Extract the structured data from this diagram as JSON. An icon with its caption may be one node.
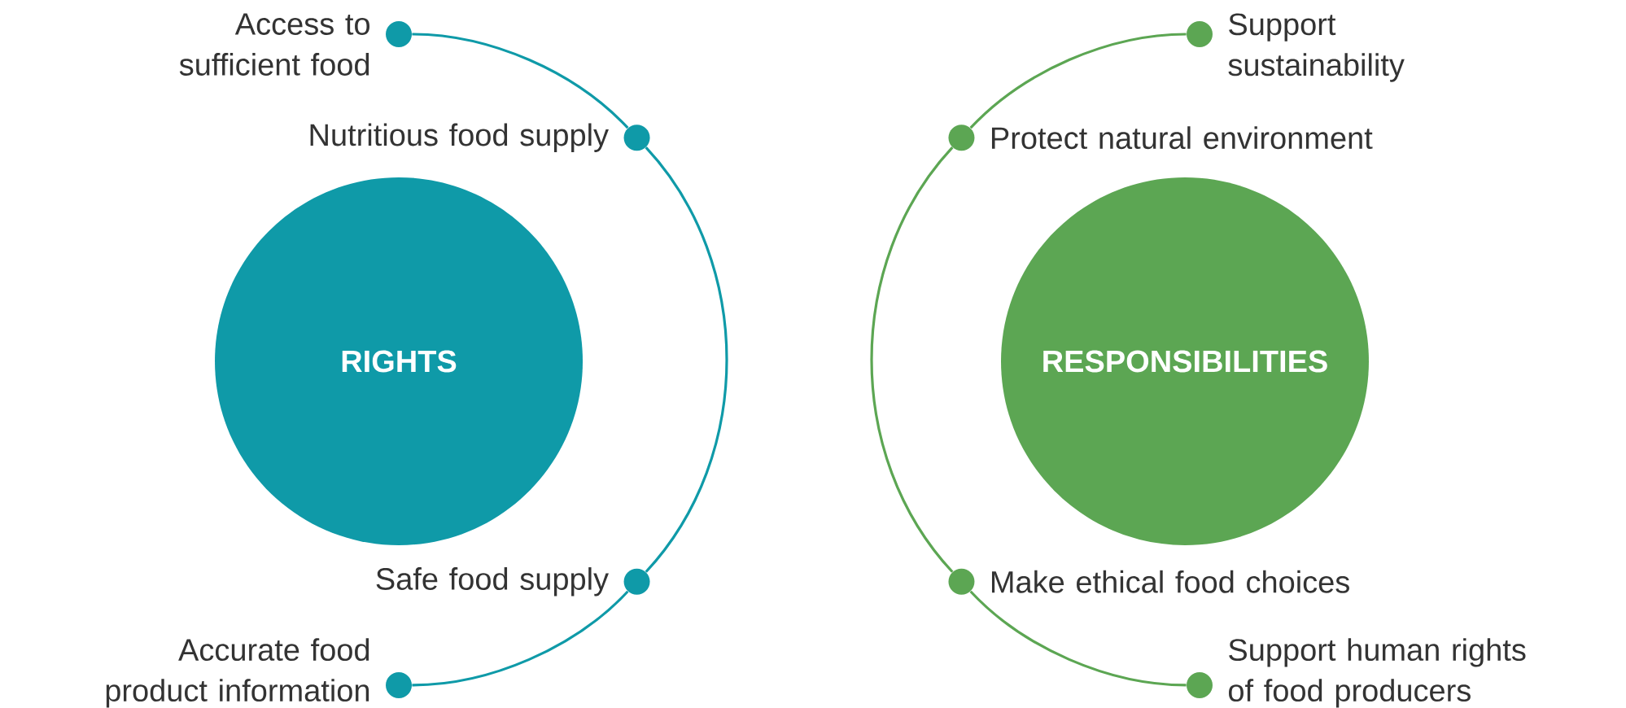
{
  "diagram": {
    "nodes": [
      {
        "text": [
          "RIGHTS"
        ]
      },
      {
        "text": [
          "RESPONSIBILITIES"
        ]
      },
      {
        "text": [
          "Access to sufficient food"
        ]
      },
      {
        "text": [
          "Support sustainability"
        ]
      },
      {
        "text": [
          "Nutritious food supply"
        ]
      },
      {
        "text": [
          "Protect natural environment"
        ]
      },
      {
        "text": [
          "Safe food supply"
        ]
      },
      {
        "text": [
          "Make ethical food choices"
        ]
      },
      {
        "text": [
          "Accurate food product information"
        ]
      },
      {
        "text": [
          "Support human rights of food producers"
        ]
      }
    ],
    "edges": [
      {
        "from": 2,
        "to": 4,
        "arrow": "none"
      },
      {
        "from": 4,
        "to": 6,
        "arrow": "none"
      },
      {
        "from": 6,
        "to": 8,
        "arrow": "none"
      },
      {
        "from": 3,
        "to": 5,
        "arrow": "none"
      },
      {
        "from": 5,
        "to": 7,
        "arrow": "none"
      },
      {
        "from": 7,
        "to": 9,
        "arrow": "none"
      }
    ]
  }
}
